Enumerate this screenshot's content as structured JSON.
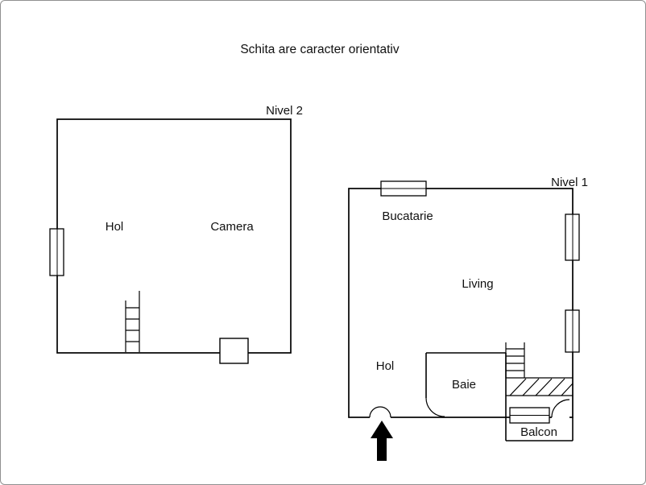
{
  "title": "Schita are caracter orientativ",
  "nivel2": {
    "label": "Nivel 2",
    "rooms": {
      "hol": "Hol",
      "camera": "Camera"
    }
  },
  "nivel1": {
    "label": "Nivel 1",
    "rooms": {
      "bucatarie": "Bucatarie",
      "living": "Living",
      "hol": "Hol",
      "baie": "Baie",
      "balcon": "Balcon"
    }
  },
  "colors": {
    "ink": "#000000",
    "frame_border": "#909090",
    "background": "#ffffff"
  }
}
